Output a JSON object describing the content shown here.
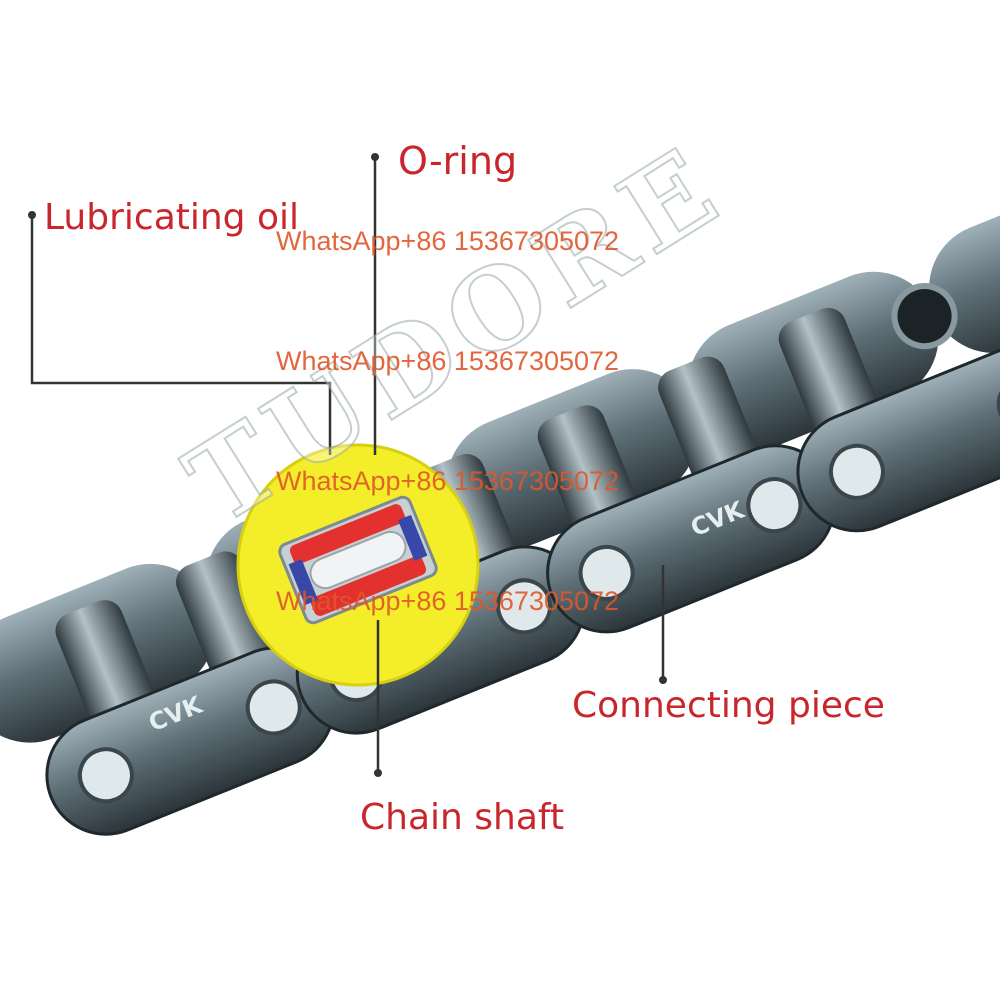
{
  "labels": {
    "o_ring": "O-ring",
    "lubricating_oil": "Lubricating oil",
    "connecting_piece": "Connecting piece",
    "chain_shaft": "Chain shaft"
  },
  "brand_mark": "CVK",
  "watermark_text": "WhatsApp+86 15367305072",
  "logo_watermark_text": "TUDORE",
  "colors": {
    "label_text": "#c8262c",
    "watermark_text": "#e0572a",
    "highlight_ring": "#f4ee2a",
    "chain_steel": "#5d6e76",
    "lubricant": "#e3312f",
    "o_ring_seal": "#3848a8"
  }
}
